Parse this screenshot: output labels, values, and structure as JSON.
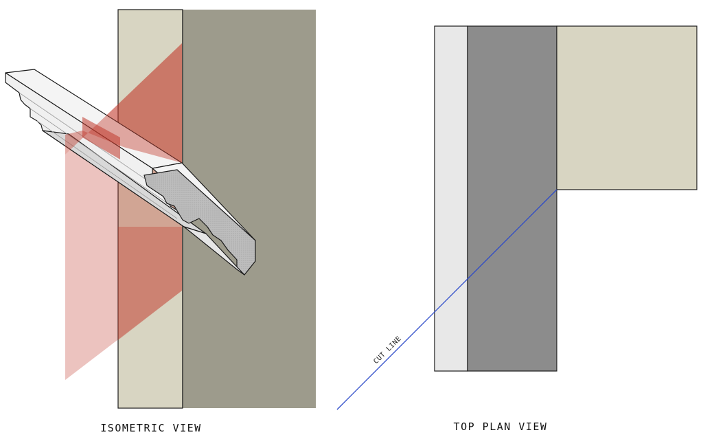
{
  "captions": {
    "isometric": "ISOMETRIC VIEW",
    "top_plan": "TOP PLAN VIEW"
  },
  "annotations": {
    "cut_line": "CUT LINE"
  },
  "colors": {
    "background": "#ffffff",
    "wall_light": "#d8d5c2",
    "wall_dark": "#9d9b8c",
    "cut_plane": "#c0392b",
    "molding_face": "#f2f2f2",
    "molding_section": "#bdbdbd",
    "plan_light": "#e8e8e8",
    "plan_dark": "#8c8c8c",
    "plan_wall": "#d8d5c2",
    "cut_line": "#2b49c9",
    "outline": "#1a1a1a"
  }
}
